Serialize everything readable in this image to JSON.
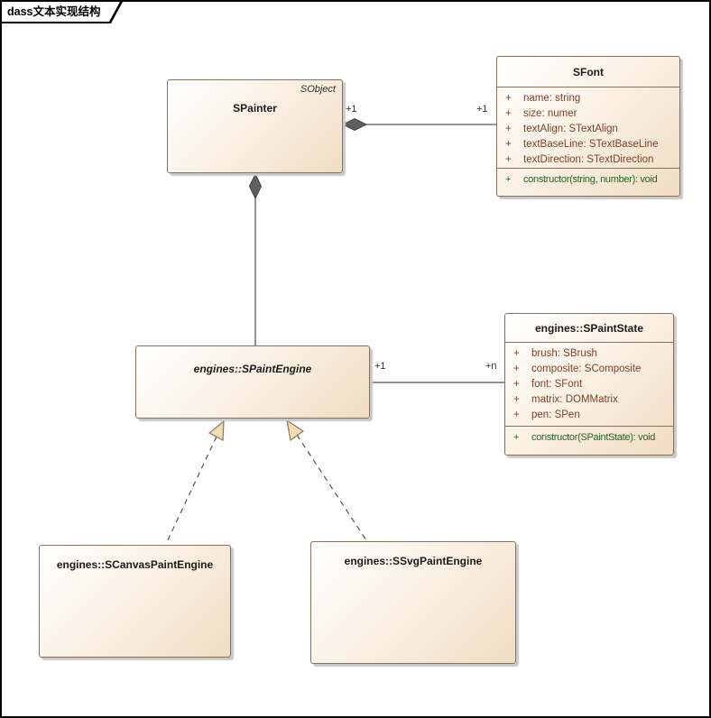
{
  "frame": {
    "title": "dass文本实现结构"
  },
  "uml": {
    "public": "+"
  },
  "colors": {
    "box_fill_start": "#ffffff",
    "box_fill_end": "#f0dcc2",
    "box_border": "#84715e",
    "attribute_text": "#7d3f2a",
    "operation_text": "#256325",
    "connector_line": "#545454",
    "diamond_fill": "#5f5f5f",
    "triangle_fill": "#f3dcab"
  },
  "classes": {
    "spainter": {
      "stereotype": "SObject",
      "name": "SPainter"
    },
    "sfont": {
      "name": "SFont",
      "attributes": [
        "name: string",
        "size: numer",
        "textAlign: STextAlign",
        "textBaseLine: STextBaseLine",
        "textDirection: STextDirection"
      ],
      "operations": [
        "constructor(string, number): void"
      ]
    },
    "spaintengine": {
      "name": "engines::SPaintEngine"
    },
    "spaintstate": {
      "name": "engines::SPaintState",
      "attributes": [
        "brush: SBrush",
        "composite: SComposite",
        "font: SFont",
        "matrix: DOMMatrix",
        "pen: SPen"
      ],
      "operations": [
        "constructor(SPaintState): void"
      ]
    },
    "scanvaspaintengine": {
      "name": "engines::SCanvasPaintEngine"
    },
    "ssvgpaintengine": {
      "name": "engines::SSvgPaintEngine"
    }
  },
  "connectors": {
    "spainter_sfont": {
      "type": "composition",
      "source_label": "+1",
      "target_label": "+1"
    },
    "spainter_spaintengine": {
      "type": "composition"
    },
    "spaintengine_spaintstate": {
      "type": "association",
      "source_label": "+1",
      "target_label": "+n"
    },
    "scanvas_realizes_spaintengine": {
      "type": "realization"
    },
    "ssvg_realizes_spaintengine": {
      "type": "realization"
    }
  }
}
